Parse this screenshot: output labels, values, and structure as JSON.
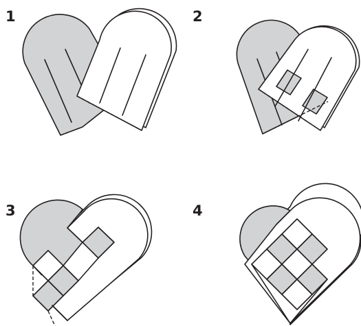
{
  "colors": {
    "stroke": "#231f20",
    "gray": "#d1d3d4",
    "white": "#ffffff"
  },
  "steps": [
    {
      "number": "1"
    },
    {
      "number": "2"
    },
    {
      "number": "3"
    },
    {
      "number": "4"
    }
  ]
}
